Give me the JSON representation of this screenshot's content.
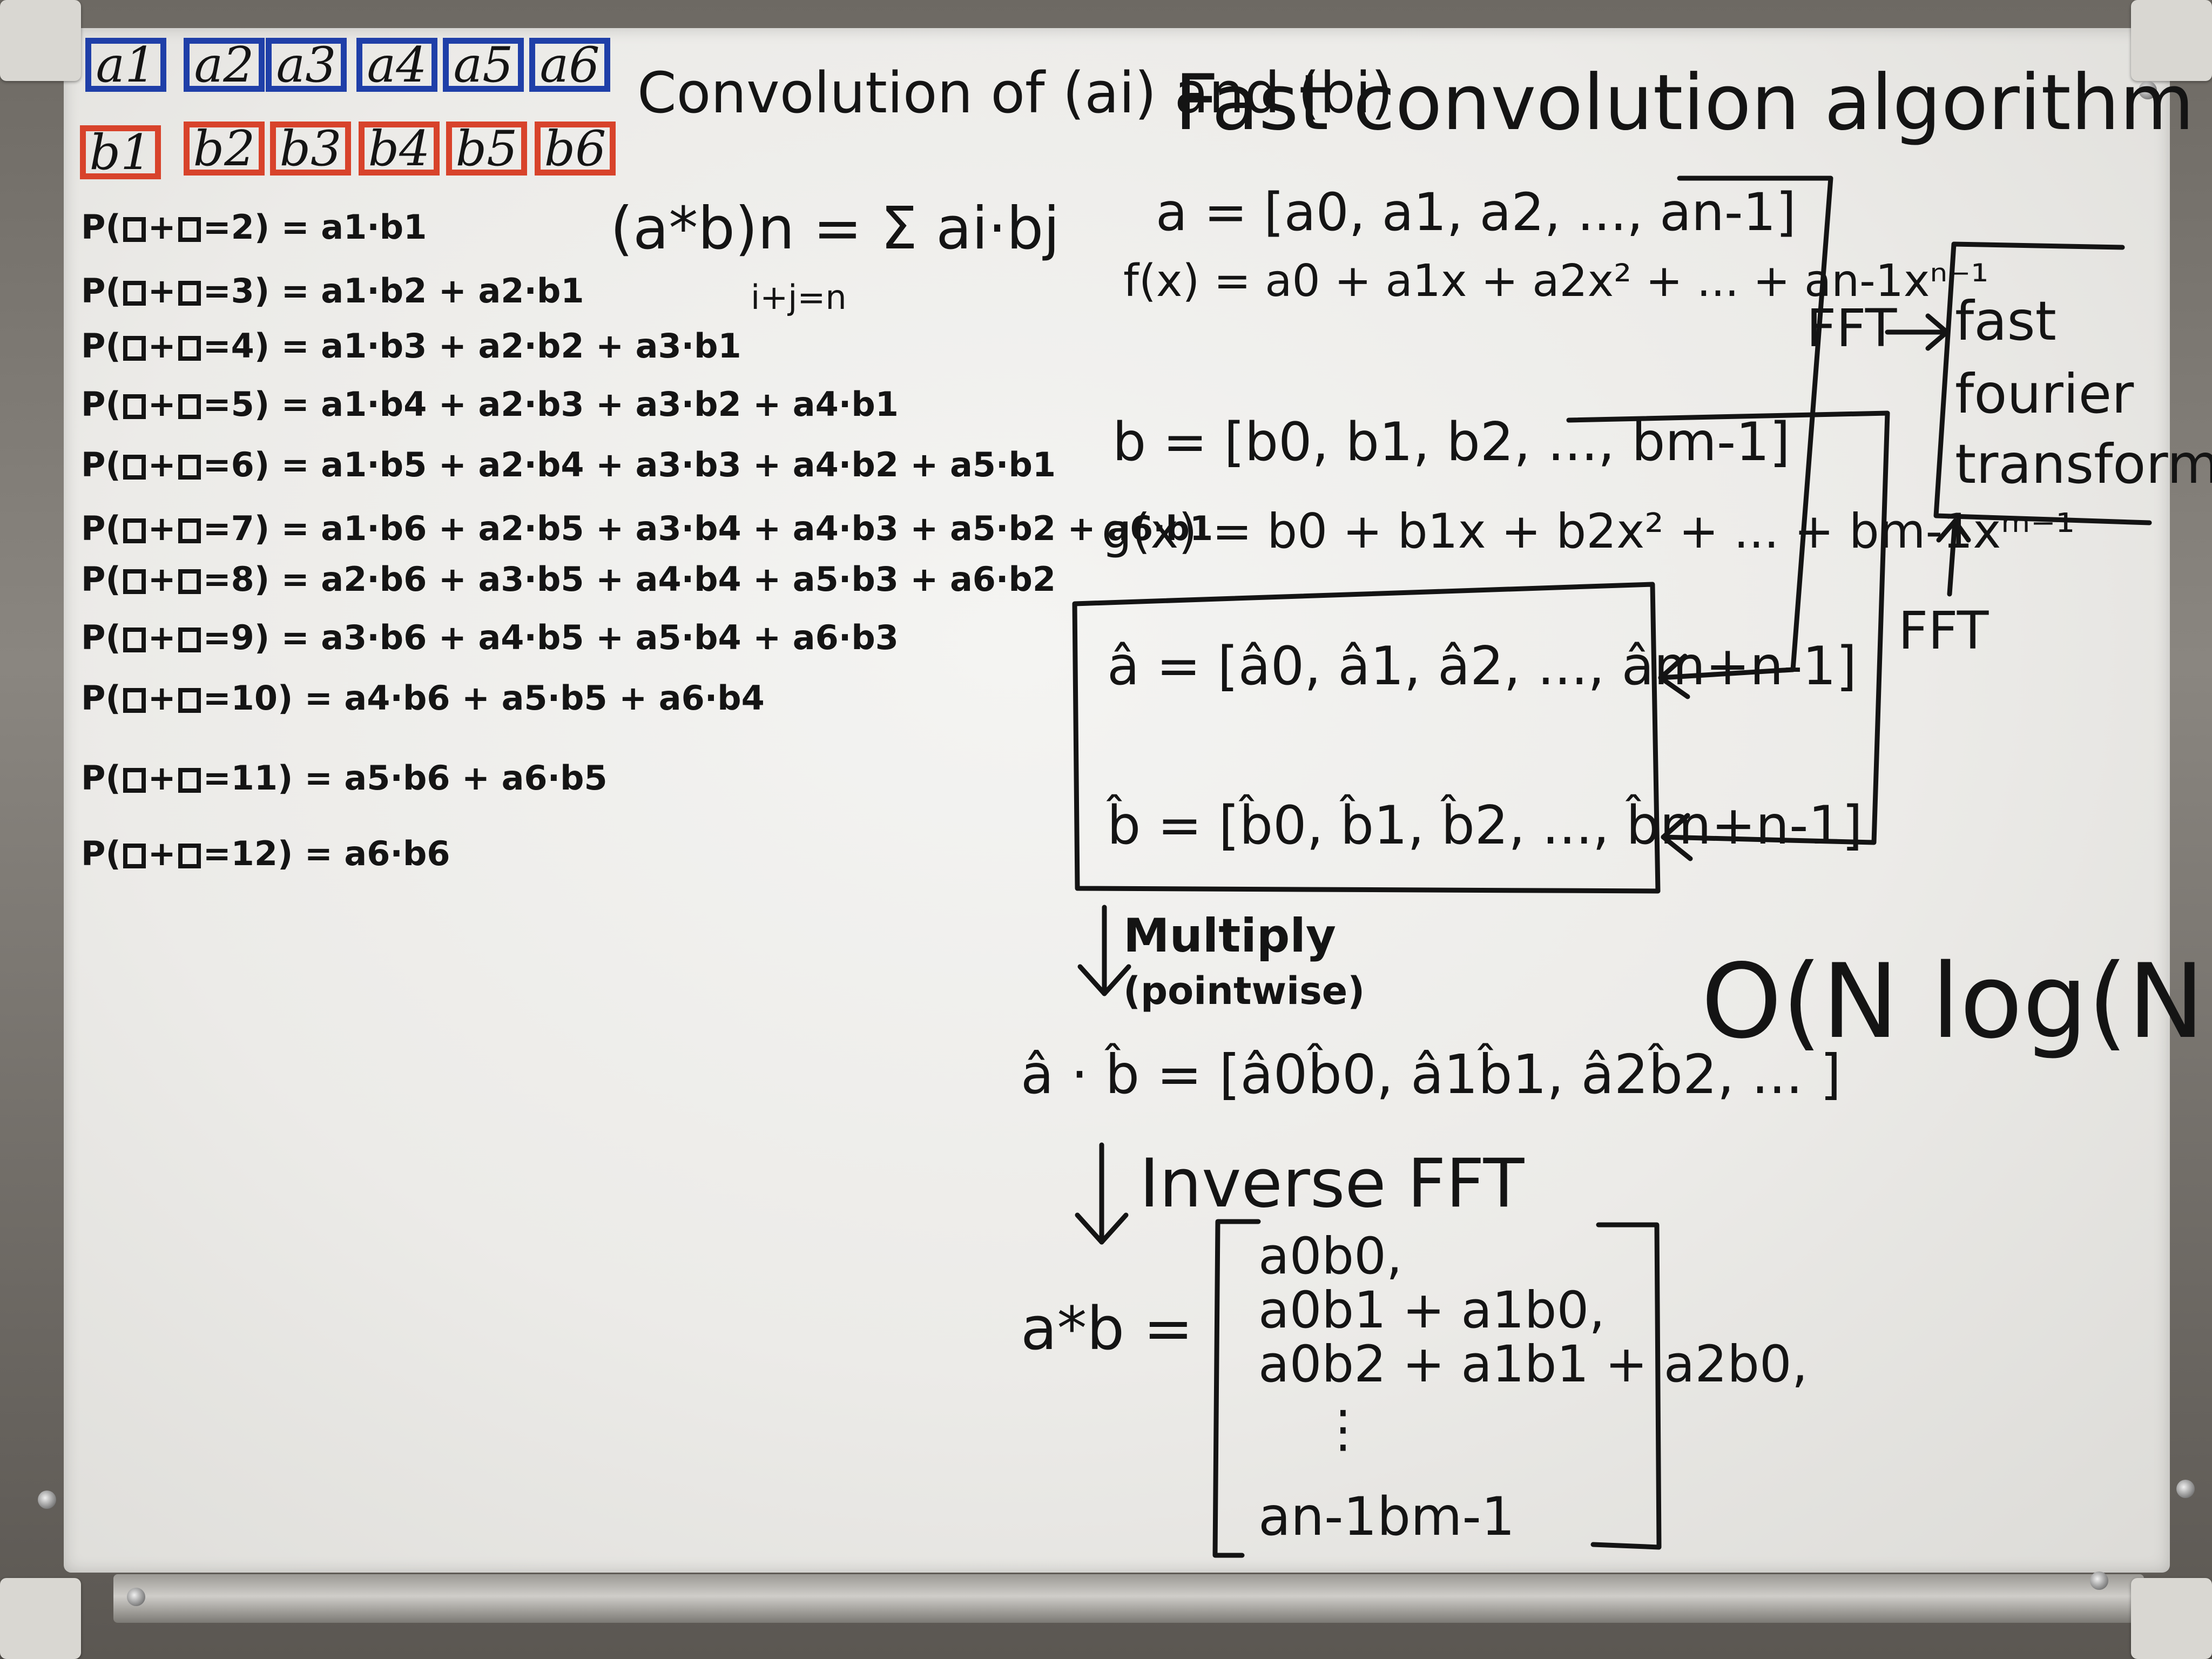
{
  "colors": {
    "blue_marker": "#1f3fa8",
    "red_marker": "#d8432b",
    "ink": "#141414"
  },
  "boxes_a": [
    "a1",
    "a2",
    "a3",
    "a4",
    "a5",
    "a6"
  ],
  "boxes_b": [
    "b1",
    "b2",
    "b3",
    "b4",
    "b5",
    "b6"
  ],
  "prob_lines": [
    "=2) = a1·b1",
    "=3) = a1·b2 + a2·b1",
    "=4) = a1·b3 + a2·b2 + a3·b1",
    "=5) = a1·b4 + a2·b3 + a3·b2 + a4·b1",
    "=6) = a1·b5 + a2·b4 + a3·b3 + a4·b2 + a5·b1",
    "=7) = a1·b6 + a2·b5 + a3·b4 + a4·b3 + a5·b2 + a6·b1",
    "=8) = a2·b6 + a3·b5 + a4·b4 + a5·b3 + a6·b2",
    "=9) = a3·b6 + a4·b5 + a5·b4 + a6·b3",
    "=10) = a4·b6 + a5·b5 + a6·b4",
    "=11) = a5·b6 + a6·b5",
    "=12) = a6·b6"
  ],
  "prob_prefix": "P(",
  "plus": "+",
  "convolution_title": "Convolution of (ai) and (bi)",
  "conv_formula": "(a*b)n = Σ ai·bj",
  "conv_subscript": "i+j=n",
  "main_title": "Fast convolution algorithm",
  "a_vector": "a = [a0, a1, a2, ..., an-1]",
  "f_poly": "f(x) = a0 + a1x + a2x² + ... + an-1xⁿ⁻¹",
  "b_vector": "b = [b0, b1, b2, ..., bm-1]",
  "g_poly": "g(x) = b0 + b1x + b2x² + ... + bm-1xᵐ⁻¹",
  "a_hat": "â = [â0, â1, â2, ..., âm+n-1]",
  "b_hat": "b̂ = [b̂0, b̂1, b̂2, ..., b̂m+n-1]",
  "fft_label_1": "FFT",
  "fft_label_2": "FFT",
  "fft_box": [
    "fast",
    "fourier",
    "transform"
  ],
  "multiply": "Multiply",
  "pointwise": "(pointwise)",
  "product_line": "â · b̂ = [â0b̂0, â1b̂1, â2b̂2, ... ]",
  "inverse_fft": "Inverse FFT",
  "ab_label": "a*b =",
  "result_rows": [
    "a0b0,",
    "a0b1 + a1b0,",
    "a0b2 + a1b1 + a2b0,",
    "⋮",
    "an-1bm-1"
  ],
  "complexity": "O(N log(N))"
}
